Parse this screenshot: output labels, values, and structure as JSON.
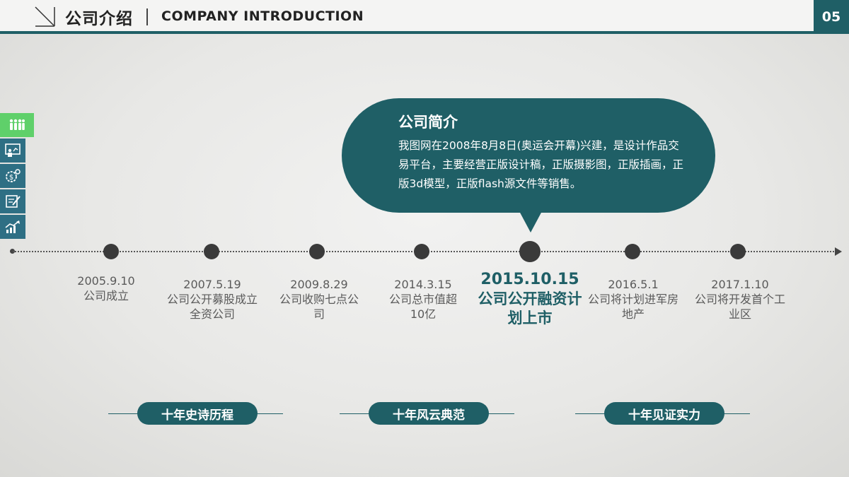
{
  "header": {
    "title_cn": "公司介绍",
    "title_en": "COMPANY INTRODUCTION",
    "page_number": "05"
  },
  "side_icons": [
    "people-icon",
    "presentation-icon",
    "dollar-gear-icon",
    "document-edit-icon",
    "growth-chart-icon"
  ],
  "bubble": {
    "title": "公司简介",
    "text": "我图网在2008年8月8日(奥运会开幕)兴建，是设计作品交易平台，主要经营正版设计稿，正版摄影图，正版插画，正版3d模型，正版flash源文件等销售。"
  },
  "timeline": [
    {
      "date": "2005.9.10",
      "text": "公司成立"
    },
    {
      "date": "2007.5.19",
      "text": "公司公开募股成立全资公司"
    },
    {
      "date": "2009.8.29",
      "text": "公司收购七点公司"
    },
    {
      "date": "2014.3.15",
      "text": "公司总市值超10亿"
    },
    {
      "date": "2015.10.15",
      "text": "公司公开融资计划上市",
      "highlight": true
    },
    {
      "date": "2016.5.1",
      "text": "公司将计划进军房地产"
    },
    {
      "date": "2017.1.10",
      "text": "公司将开发首个工业区"
    }
  ],
  "pills": [
    "十年史诗历程",
    "十年风云典范",
    "十年见证实力"
  ],
  "colors": {
    "accent": "#1f5f66",
    "side_active": "#5fd06a",
    "side_icon": "#2e6f84"
  }
}
